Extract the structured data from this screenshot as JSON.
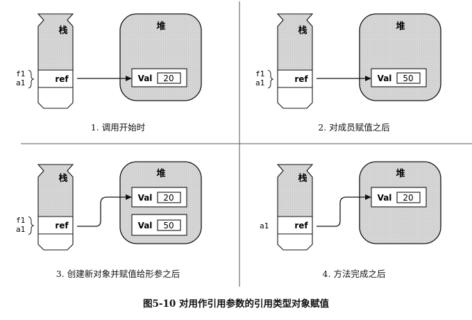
{
  "labels": {
    "stack": "栈",
    "heap": "堆",
    "ref": "ref",
    "val": "Val",
    "f1": "f1",
    "a1": "a1"
  },
  "panels": [
    {
      "caption": "1. 调用开始时",
      "vars": [
        "f1",
        "a1"
      ],
      "objects": [
        "20"
      ]
    },
    {
      "caption": "2. 对成员赋值之后",
      "vars": [
        "f1",
        "a1"
      ],
      "objects": [
        "50"
      ]
    },
    {
      "caption": "3. 创建新对象并赋值给形参之后",
      "vars": [
        "f1",
        "a1"
      ],
      "objects": [
        "20",
        "50"
      ]
    },
    {
      "caption": "4. 方法完成之后",
      "vars": [
        "a1"
      ],
      "objects": [
        "20"
      ]
    }
  ],
  "figure_caption": "图5-10   对用作引用参数的引用类型对象赋值"
}
